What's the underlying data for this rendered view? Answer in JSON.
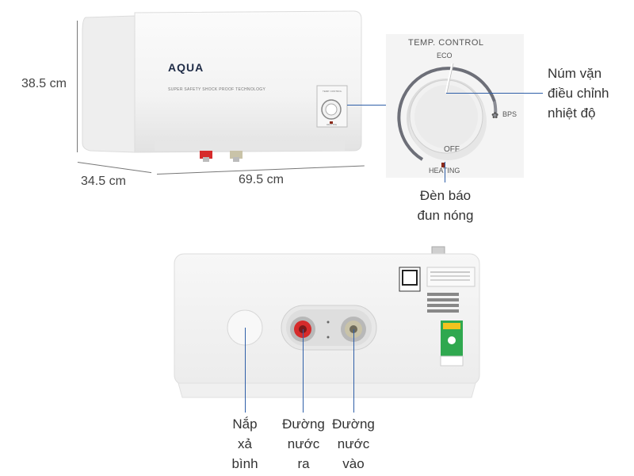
{
  "dimensions": {
    "height": "38.5 cm",
    "depth": "34.5 cm",
    "width": "69.5 cm"
  },
  "product": {
    "brand": "AQUA",
    "slogan": "SUPER SAFETY SHOCK PROOF TECHNOLOGY",
    "small_knob_label": "TEMP. CONTROL",
    "small_knob_bottom": "HEATING"
  },
  "control_panel": {
    "title": "TEMP. CONTROL",
    "eco": "ECO",
    "off": "OFF",
    "bps": "BPS",
    "heating": "HEATING"
  },
  "callouts": {
    "knob": [
      "Núm vặn",
      "điều chỉnh",
      "nhiệt độ"
    ],
    "indicator": [
      "Đèn báo",
      "đun nóng"
    ],
    "drain": [
      "Nắp",
      "xả",
      "bình"
    ],
    "outlet": [
      "Đường",
      "nước",
      "ra"
    ],
    "inlet": [
      "Đường",
      "nước",
      "vào"
    ]
  },
  "colors": {
    "callout_line": "#2f5fa8",
    "outlet_pipe": "#d62b2b",
    "inlet_pipe": "#c9c3a8",
    "heating_led": "#8b2a1a",
    "dial_arc": "#6d6f78"
  }
}
